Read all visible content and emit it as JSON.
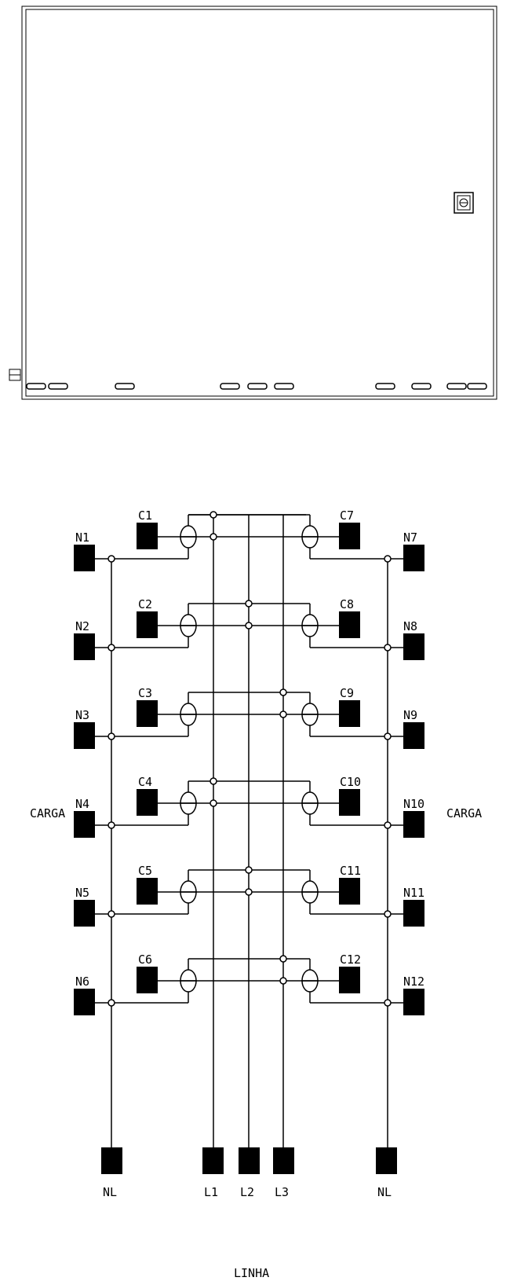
{
  "diagram": {
    "loads": {
      "left": [
        "C1",
        "C2",
        "C3",
        "C4",
        "C5",
        "C6"
      ],
      "right": [
        "C7",
        "C8",
        "C9",
        "C10",
        "C11",
        "C12"
      ]
    },
    "neutrals": {
      "left": [
        "N1",
        "N2",
        "N3",
        "N4",
        "N5",
        "N6"
      ],
      "right": [
        "N7",
        "N8",
        "N9",
        "N10",
        "N11",
        "N12"
      ]
    },
    "side_label_left": "CARGA",
    "side_label_right": "CARGA",
    "bottom_terminals": [
      "NL",
      "L1",
      "L2",
      "L3",
      "NL"
    ],
    "bottom_caption": "LINHA",
    "row_phase": [
      "L1",
      "L2",
      "L3",
      "L1",
      "L2",
      "L3"
    ]
  }
}
